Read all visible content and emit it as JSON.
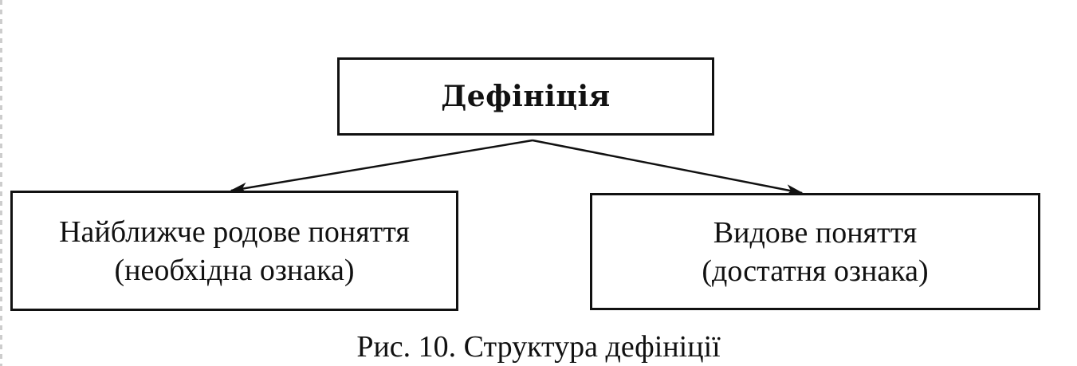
{
  "diagram": {
    "root": {
      "label": "Дефініція"
    },
    "left_child": {
      "line1": "Найближче родове поняття",
      "line2": "(необхідна ознака)"
    },
    "right_child": {
      "line1": "Видове поняття",
      "line2": "(достатня ознака)"
    },
    "caption": "Рис. 10. Структура дефініції",
    "colors": {
      "ink": "#111111",
      "background": "#ffffff"
    }
  }
}
